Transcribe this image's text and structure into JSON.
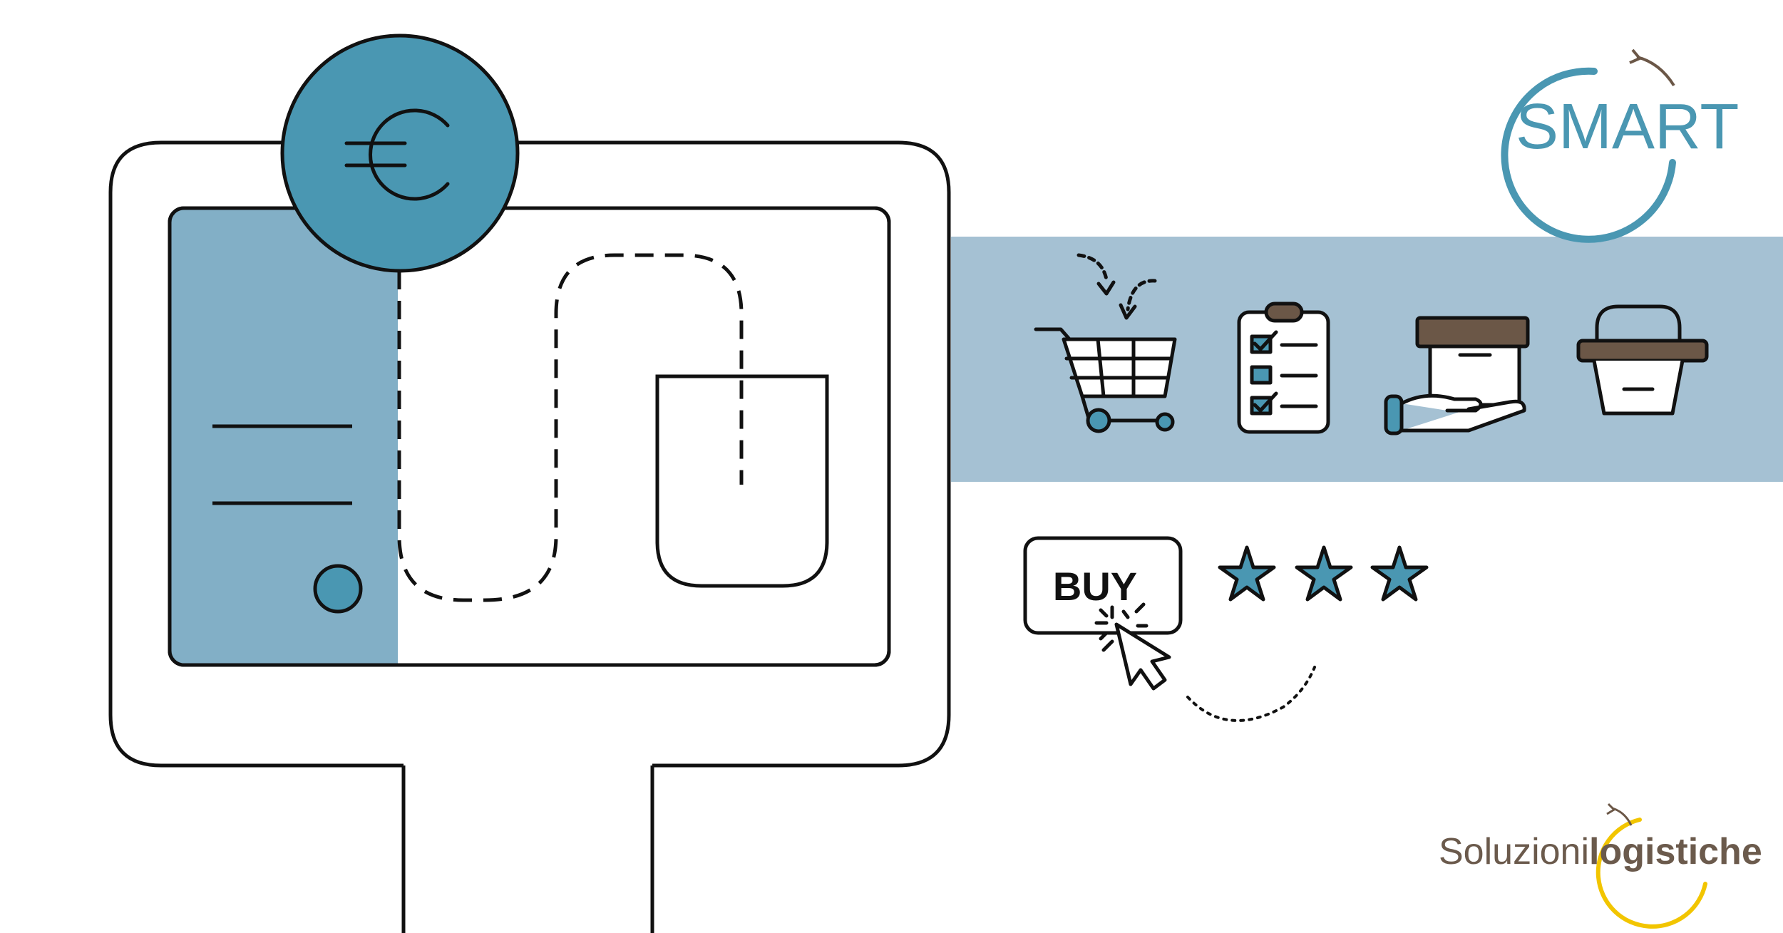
{
  "logo_smart": {
    "text": "SMART",
    "color": "#4A97B2"
  },
  "logo_soluzioni": {
    "part1": "Soluzioni",
    "part2": "logistiche",
    "color": "#6b5a4c",
    "ring_color": "#F2C500"
  },
  "buy_button": {
    "label": "BUY"
  },
  "rating": {
    "stars": 3,
    "star_color": "#4A97B2"
  },
  "colors": {
    "accent": "#4A97B2",
    "panel": "#82AFC6",
    "band": "#A5C1D3",
    "stroke": "#111111",
    "box_lid": "#6b5747"
  },
  "icons": [
    "euro-icon",
    "shopping-cart-icon",
    "checklist-icon",
    "box-on-hand-icon",
    "shopping-basket-icon",
    "cursor-icon",
    "star-icon"
  ]
}
